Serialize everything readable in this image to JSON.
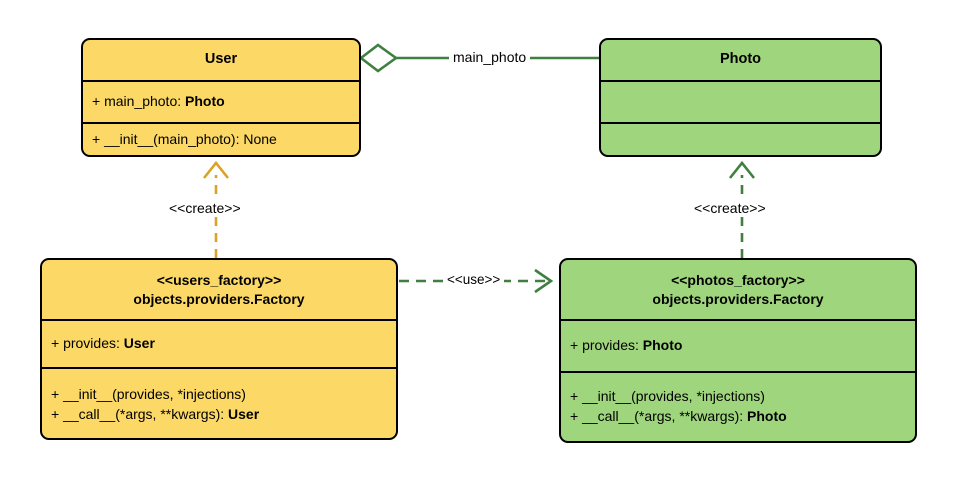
{
  "diagram": {
    "kind": "uml-class-diagram",
    "background": "#ffffff",
    "palette": {
      "yellow_fill": "#fcd966",
      "green_fill": "#9fd57c",
      "border": "#000000",
      "green_edge": "#3f7f3f",
      "orange_edge": "#d9a326"
    }
  },
  "classes": {
    "user": {
      "name": "User",
      "attributes": [
        {
          "text": "+ main_photo: ",
          "type": "Photo"
        }
      ],
      "methods": [
        {
          "text": "+ __init__(main_photo): None",
          "type": ""
        }
      ]
    },
    "photo": {
      "name": "Photo",
      "attributes": [],
      "methods": []
    },
    "users_factory": {
      "stereotype": "<<users_factory>>",
      "name": "objects.providers.Factory",
      "attributes": [
        {
          "text": "+ provides: ",
          "type": "User"
        }
      ],
      "methods": [
        {
          "text": "+ __init__(provides, *injections)",
          "type": ""
        },
        {
          "text": "+ __call__(*args, **kwargs): ",
          "type": "User"
        }
      ]
    },
    "photos_factory": {
      "stereotype": "<<photos_factory>>",
      "name": "objects.providers.Factory",
      "attributes": [
        {
          "text": "+ provides: ",
          "type": "Photo"
        }
      ],
      "methods": [
        {
          "text": "+ __init__(provides, *injections)",
          "type": ""
        },
        {
          "text": "+ __call__(*args, **kwargs): ",
          "type": "Photo"
        }
      ]
    }
  },
  "relations": {
    "aggregation_user_photo": {
      "label": "main_photo",
      "type": "aggregation",
      "from": "User",
      "to": "Photo"
    },
    "create_users_factory_user": {
      "label": "<<create>>",
      "type": "dependency-create",
      "from": "objects.providers.Factory",
      "to": "User"
    },
    "create_photos_factory_photo": {
      "label": "<<create>>",
      "type": "dependency-create",
      "from": "objects.providers.Factory",
      "to": "Photo"
    },
    "use_users_factory_photos_factory": {
      "label": "<<use>>",
      "type": "dependency-use",
      "from": "users_factory",
      "to": "photos_factory"
    }
  }
}
